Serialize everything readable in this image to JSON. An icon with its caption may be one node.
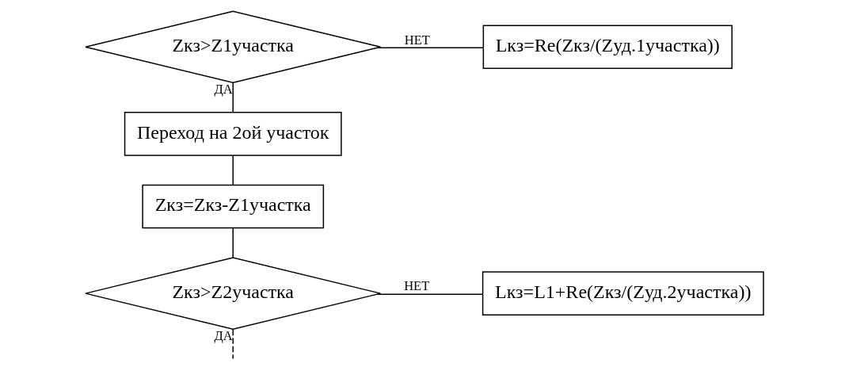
{
  "diagram": {
    "nodes": [
      {
        "text": [
          "Zкз>Z1участка"
        ]
      },
      {
        "text": [
          "Переход на 2ой участок"
        ]
      },
      {
        "text": [
          "Lкз=Re(Zкз/(Zуд.1участка))"
        ]
      },
      {
        "text": [
          "Zкз=Zкз-Z1участка"
        ]
      },
      {
        "text": [
          "Zкз>Z2участка"
        ]
      },
      {
        "text": [
          "Lкз=L1+Re(Zкз/(Zуд.2участка))"
        ]
      }
    ],
    "edges": [
      {
        "from": 0,
        "to": 1,
        "arrow": "none",
        "label": "ДА"
      },
      {
        "from": 0,
        "to": 2,
        "arrow": "none",
        "label": "НЕТ"
      },
      {
        "from": 1,
        "to": 3,
        "arrow": "none"
      },
      {
        "from": 3,
        "to": 4,
        "arrow": "none"
      },
      {
        "from": 4,
        "to": 5,
        "arrow": "none",
        "label": "НЕТ"
      },
      {
        "from": 4,
        "to": null,
        "arrow": "none",
        "label": "ДА",
        "style": "dashed"
      }
    ]
  }
}
